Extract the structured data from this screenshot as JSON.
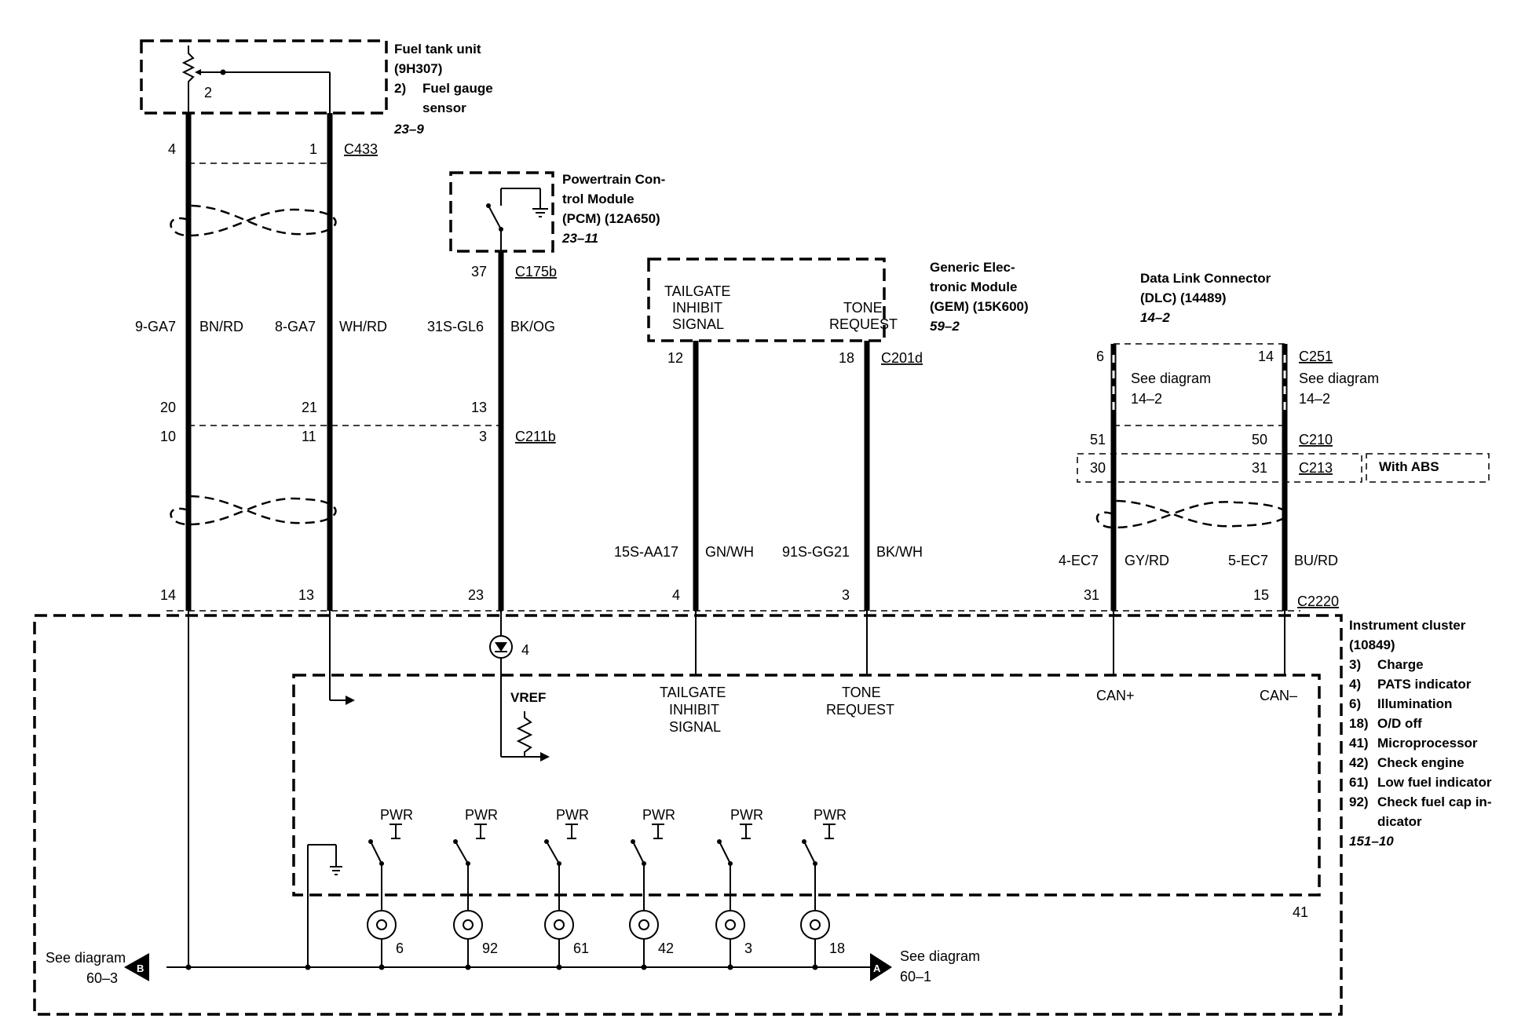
{
  "fuel_tank": {
    "name": "Fuel tank unit",
    "part": "(9H307)",
    "item": "2)",
    "item_text1": "Fuel gauge",
    "item_text2": "sensor",
    "ref": "23–9",
    "sensor_num": "2"
  },
  "pcm": {
    "line1": "Powertrain Con-",
    "line2": "trol Module",
    "line3": "(PCM) (12A650)",
    "ref": "23–11"
  },
  "gem": {
    "line1": "Generic Elec-",
    "line2": "tronic Module",
    "line3": "(GEM) (15K600)",
    "ref": "59–2",
    "sig1a": "TAILGATE",
    "sig1b": "INHIBIT",
    "sig1c": "SIGNAL",
    "sig2a": "TONE",
    "sig2b": "REQUEST"
  },
  "dlc": {
    "line1": "Data Link Connector",
    "line2": "(DLC) (14489)",
    "ref": "14–2",
    "see1a": "See diagram",
    "see1b": "14–2",
    "see2a": "See diagram",
    "see2b": "14–2"
  },
  "connectors": {
    "c433": "C433",
    "c175b": "C175b",
    "c201d": "C201d",
    "c251": "C251",
    "c211b": "C211b",
    "c210": "C210",
    "c213": "C213",
    "with_abs": "With ABS",
    "c2220": "C2220"
  },
  "pins": {
    "p4": "4",
    "p1": "1",
    "p37": "37",
    "p12": "12",
    "p18": "18",
    "p6": "6",
    "p14": "14",
    "p20": "20",
    "p21": "21",
    "p13a": "13",
    "p10": "10",
    "p11": "11",
    "p3a": "3",
    "p51": "51",
    "p50": "50",
    "p30": "30",
    "p31a": "31",
    "p14b": "14",
    "p13b": "13",
    "p23": "23",
    "p4b": "4",
    "p3b": "3",
    "p31b": "31",
    "p15": "15"
  },
  "wires": {
    "w1c": "9-GA7",
    "w1k": "BN/RD",
    "w2c": "8-GA7",
    "w2k": "WH/RD",
    "w3c": "31S-GL6",
    "w3k": "BK/OG",
    "w4c": "15S-AA17",
    "w4k": "GN/WH",
    "w5c": "91S-GG21",
    "w5k": "BK/WH",
    "w6c": "4-EC7",
    "w6k": "GY/RD",
    "w7c": "5-EC7",
    "w7k": "BU/RD"
  },
  "cluster": {
    "title": "Instrument cluster",
    "part": "(10849)",
    "items": [
      {
        "num": "3)",
        "text": "Charge"
      },
      {
        "num": "4)",
        "text": "PATS indicator"
      },
      {
        "num": "6)",
        "text": "Illumination"
      },
      {
        "num": "18)",
        "text": "O/D off"
      },
      {
        "num": "41)",
        "text": "Microprocessor"
      },
      {
        "num": "42)",
        "text": "Check engine"
      },
      {
        "num": "61)",
        "text": "Low fuel indicator"
      },
      {
        "num": "92)",
        "text": "Check fuel cap in-"
      },
      {
        "num": "",
        "text": "dicator"
      }
    ],
    "ref": "151–10",
    "vref": "VREF",
    "pats_num": "4",
    "in_tail_a": "TAILGATE",
    "in_tail_b": "INHIBIT",
    "in_tail_c": "SIGNAL",
    "in_tone_a": "TONE",
    "in_tone_b": "REQUEST",
    "can_plus": "CAN+",
    "can_minus": "CAN–",
    "micro_num": "41",
    "pwr": "PWR",
    "lamps": [
      "6",
      "92",
      "61",
      "42",
      "3",
      "18"
    ]
  },
  "offpage": {
    "b_letter": "B",
    "b_text1": "See diagram",
    "b_text2": "60–3",
    "a_letter": "A",
    "a_text1": "See diagram",
    "a_text2": "60–1"
  }
}
